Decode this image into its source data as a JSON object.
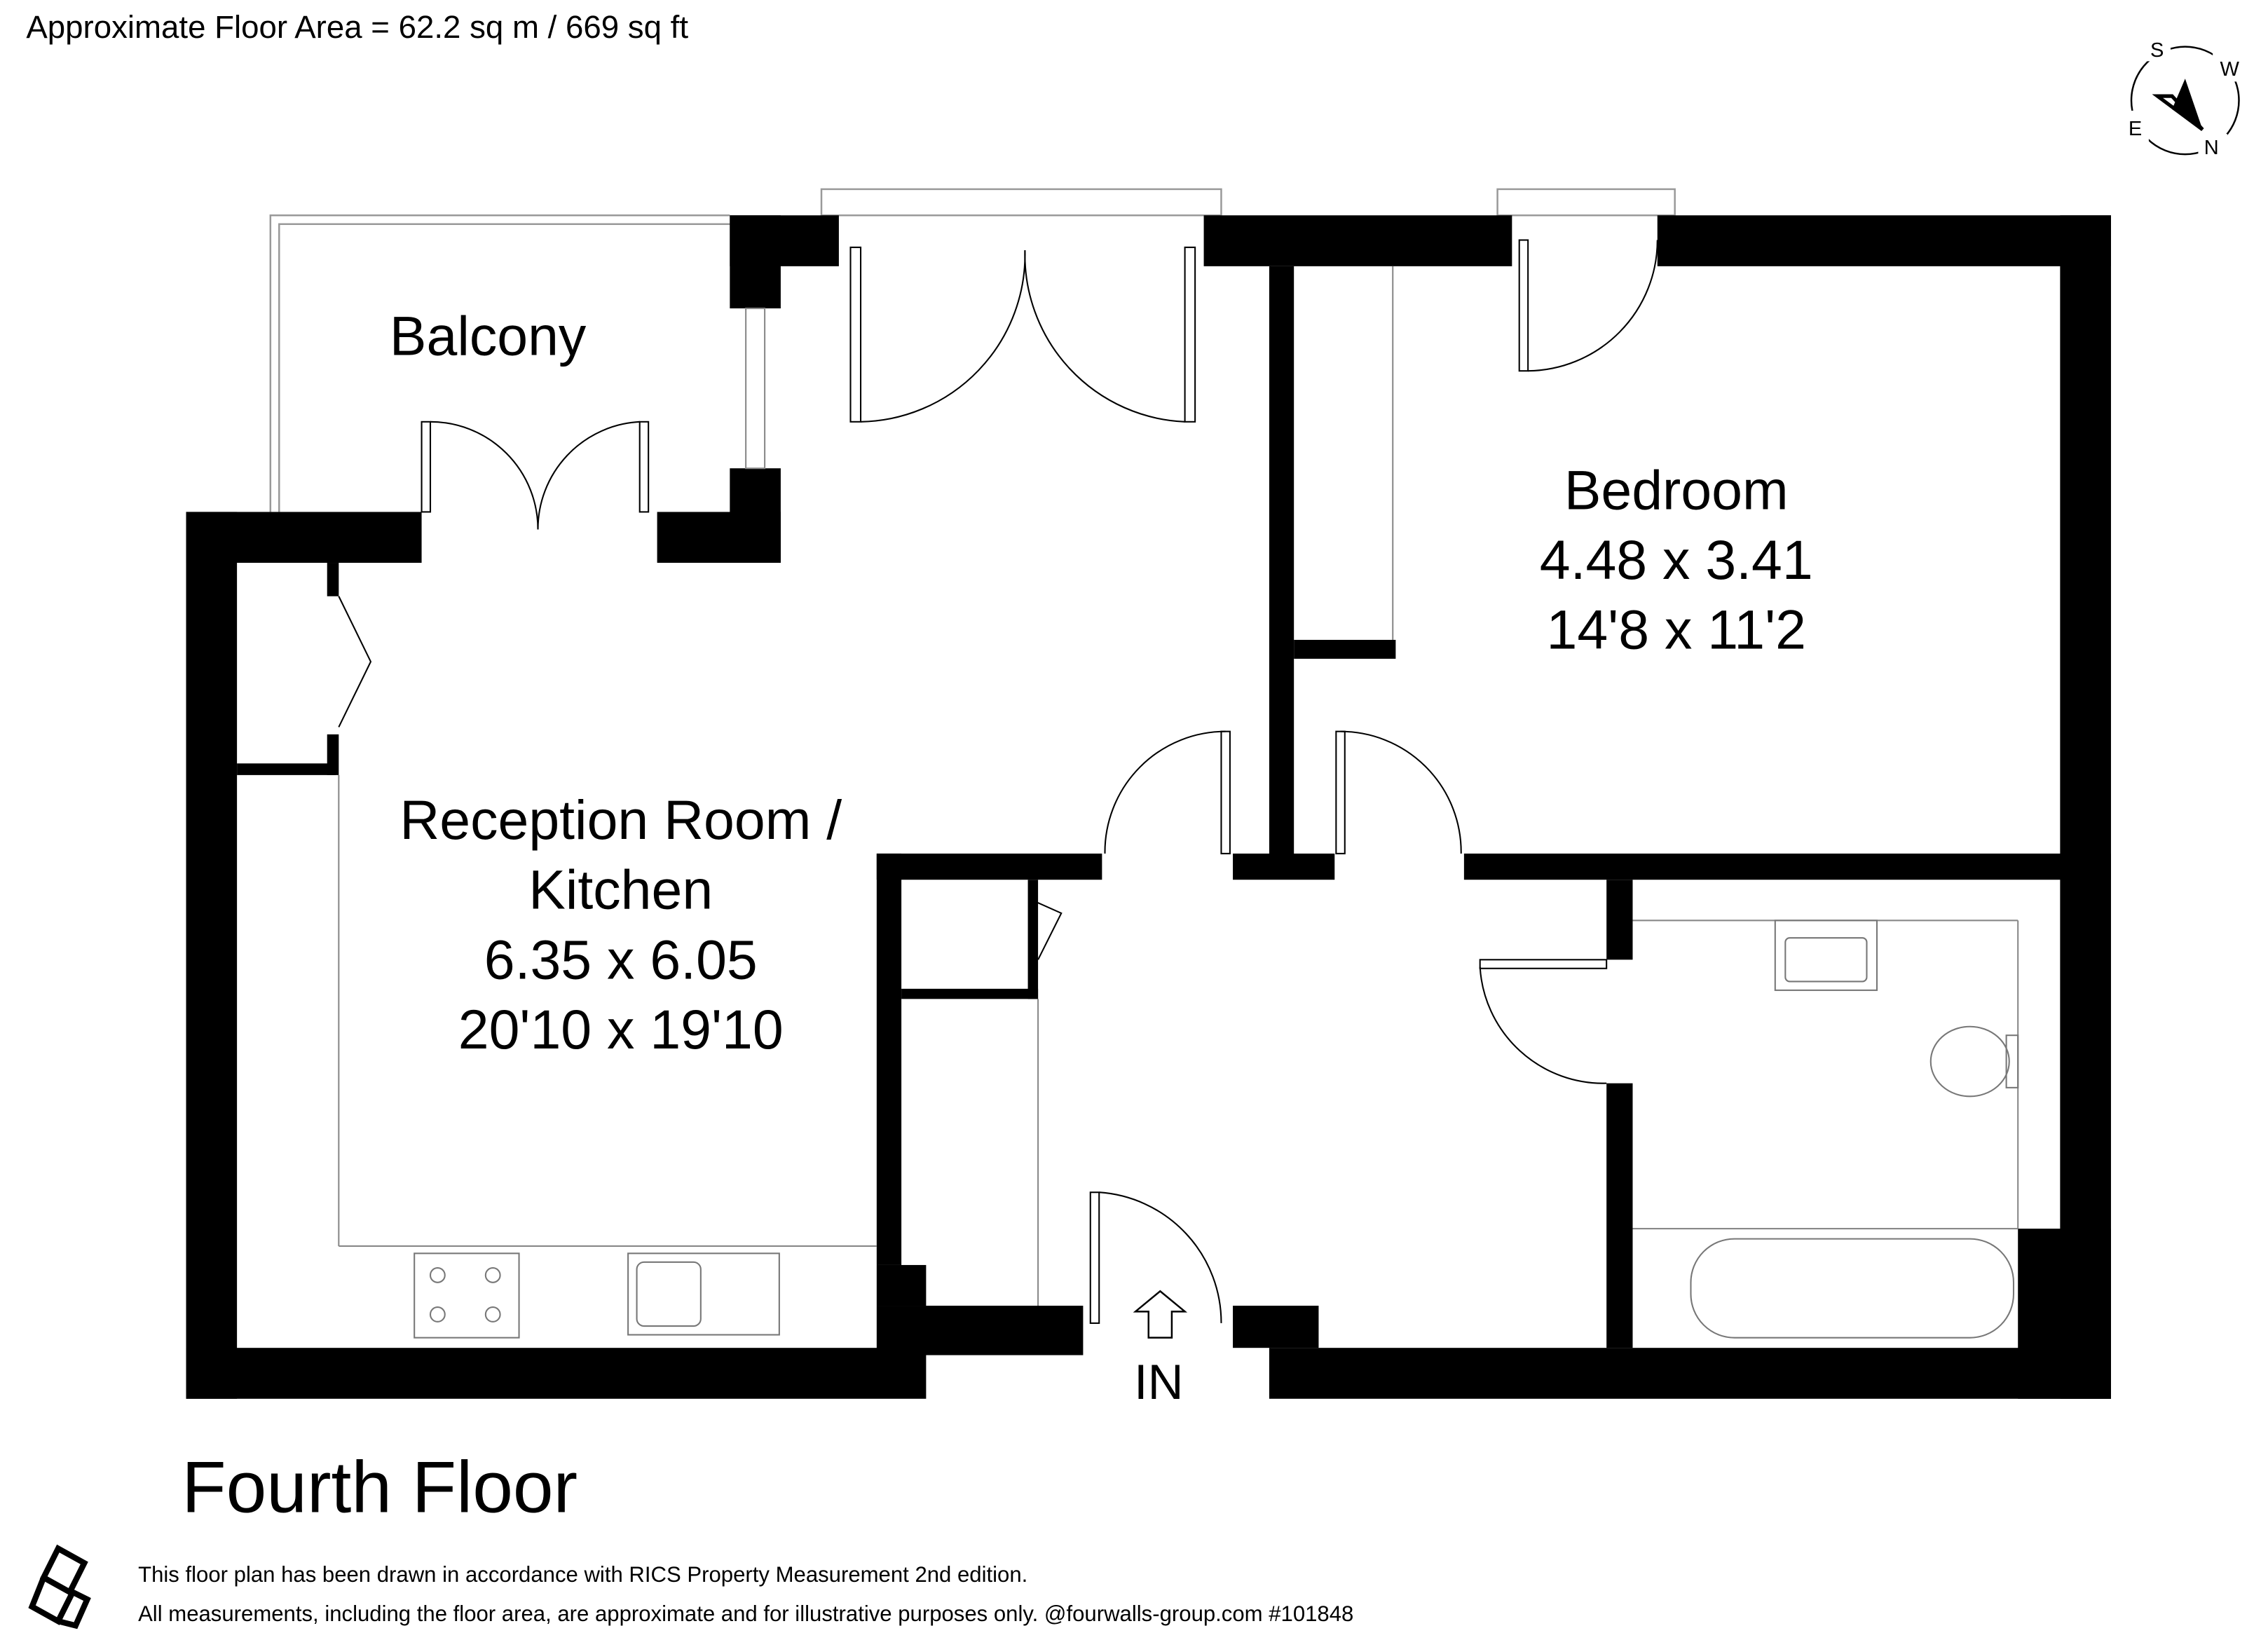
{
  "header": {
    "floor_area": "Approximate Floor Area = 62.2 sq m / 669 sq ft"
  },
  "compass": {
    "labels": {
      "s": "S",
      "w": "W",
      "e": "E",
      "n": "N"
    }
  },
  "rooms": {
    "balcony": {
      "name": "Balcony"
    },
    "bedroom": {
      "name": "Bedroom",
      "metric": "4.48 x 3.41",
      "imperial": "14'8 x 11'2"
    },
    "reception": {
      "name_line1": "Reception Room /",
      "name_line2": "Kitchen",
      "metric": "6.35 x 6.05",
      "imperial": "20'10 x 19'10"
    }
  },
  "entrance": {
    "label": "IN"
  },
  "floor_title": "Fourth Floor",
  "footer": {
    "line1": "This floor plan has been drawn in accordance with RICS Property Measurement 2nd edition.",
    "line2": "All measurements, including the floor area, are approximate and for illustrative purposes only. @fourwalls-group.com #101848"
  },
  "colors": {
    "wall": "#000000",
    "background": "#ffffff",
    "fixture": "#999999"
  }
}
